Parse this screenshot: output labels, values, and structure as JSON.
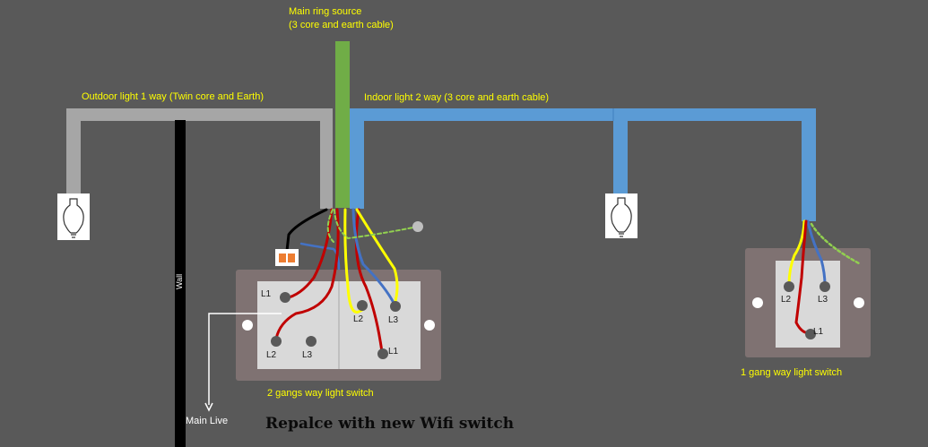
{
  "labels": {
    "main_ring_source_line1": "Main ring source",
    "main_ring_source_line2": "(3 core and earth cable)",
    "outdoor_light": "Outdoor light 1 way (Twin core and Earth)",
    "indoor_light": "Indoor light 2 way (3 core and earth cable)",
    "wall": "Wall",
    "two_gang_switch": "2 gangs way light switch",
    "one_gang_switch": "1 gang way light switch",
    "main_live": "Main Live",
    "note": "Repalce with new Wifi switch"
  },
  "two_gang_terminals": {
    "left_l1": "L1",
    "left_l2": "L2",
    "left_l3": "L3",
    "right_l2": "L2",
    "right_l3": "L3",
    "right_l1": "L1"
  },
  "one_gang_terminals": {
    "l2": "L2",
    "l3": "L3",
    "l1": "L1"
  },
  "colors": {
    "background": "#595959",
    "grey_cable": "#a6a6a6",
    "blue_cable": "#5b9bd5",
    "green_cable": "#70ad47",
    "red_wire": "#c00000",
    "yellow_wire": "#ffff00",
    "blue_wire": "#4472c4",
    "earth_wire": "#92d050",
    "label_text": "#ffff00"
  },
  "icons": [
    "light-bulb-icon",
    "connector-block-icon",
    "terminal-screw-icon"
  ]
}
